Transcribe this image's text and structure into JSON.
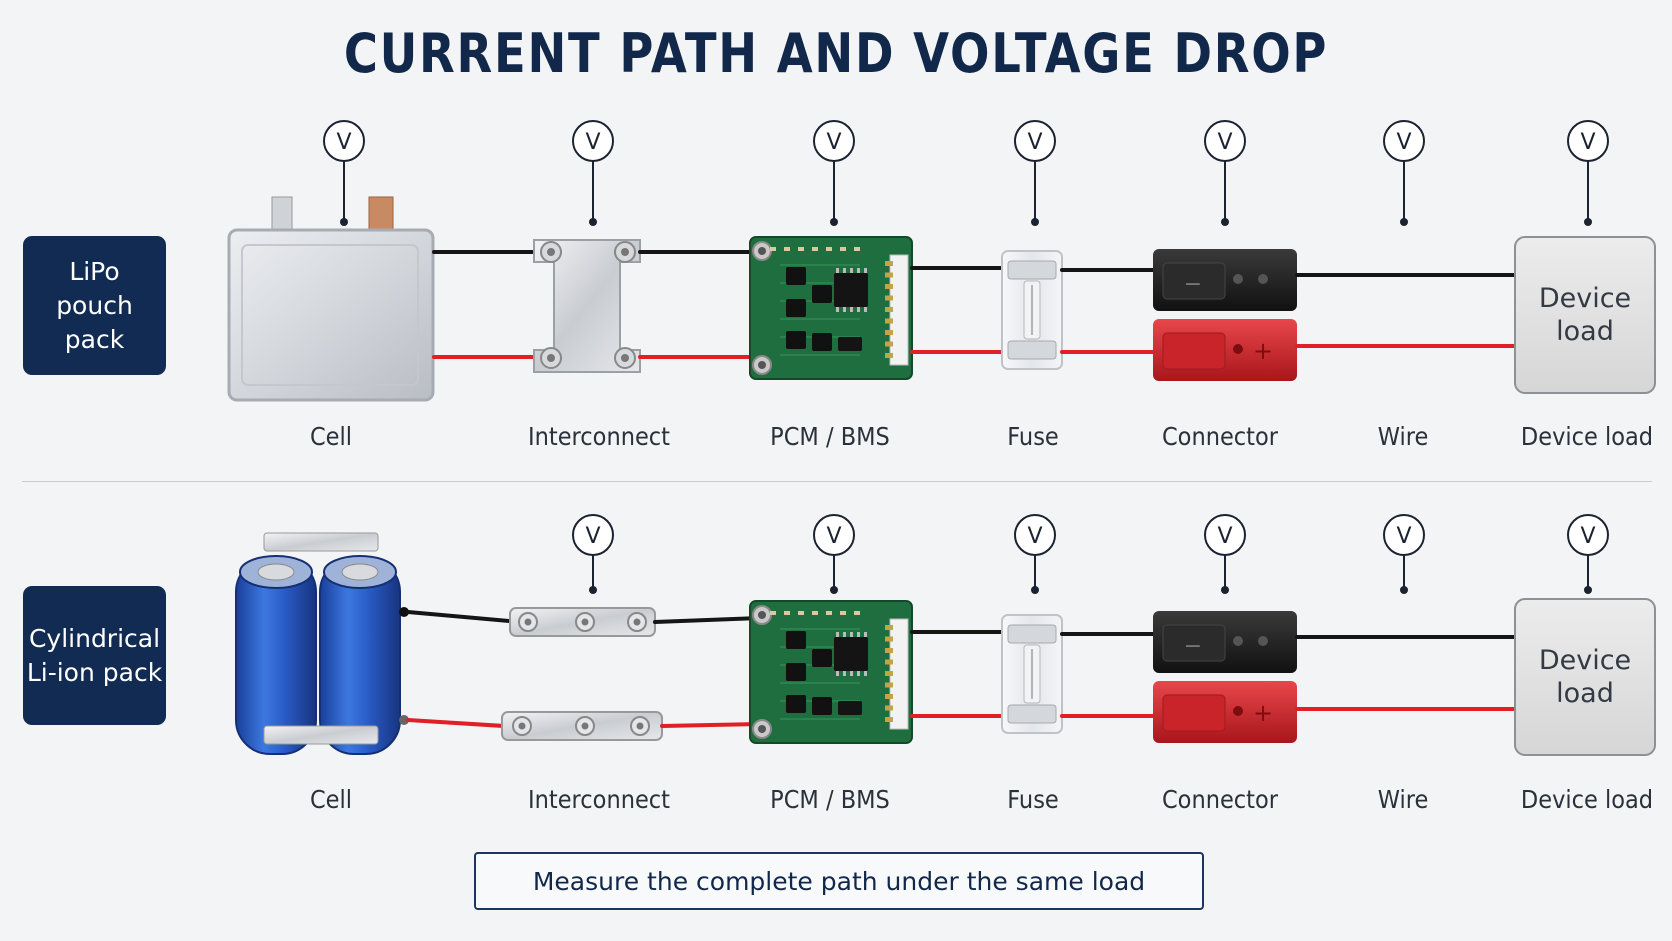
{
  "title": "CURRENT PATH AND VOLTAGE DROP",
  "probe_symbol": "V",
  "rows": [
    {
      "pack_label": "LiPo\npouch pack",
      "labels": [
        "Cell",
        "Interconnect",
        "PCM / BMS",
        "Fuse",
        "Connector",
        "Wire",
        "Device load"
      ],
      "device_box_text": "Device\nload"
    },
    {
      "pack_label": "Cylindrical\nLi-ion pack",
      "labels": [
        "Cell",
        "Interconnect",
        "PCM / BMS",
        "Fuse",
        "Connector",
        "Wire",
        "Device load"
      ],
      "device_box_text": "Device\nload"
    }
  ],
  "footer_note": "Measure the complete path under the same load",
  "connector_symbols": {
    "negative": "−",
    "positive": "+"
  },
  "colors": {
    "navy": "#112b52",
    "wire_positive": "#e01f26",
    "wire_negative": "#151515",
    "pcb": "#1f6e3f",
    "cell_blue": "#2a5cc7"
  }
}
